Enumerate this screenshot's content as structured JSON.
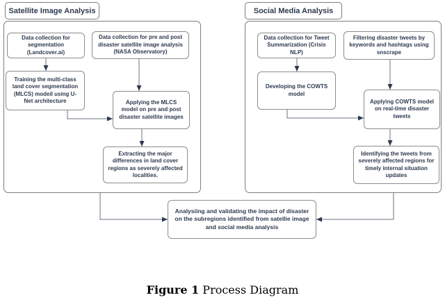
{
  "colors": {
    "background": "#ffffff",
    "container_border": "#7d7d7d",
    "box_border": "#8c8c8c",
    "text": "#2e3a4e",
    "arrow_line": "#6b7280",
    "arrow_head": "#2e3a4e"
  },
  "diagram": {
    "left": {
      "title": "Satellite Image Analysis",
      "nodes": [
        {
          "label": "Data collection for segmentation (Landcover.ai)"
        },
        {
          "label": "Data collection for pre and post disaster satellite image analysis (NASA Observatory)"
        },
        {
          "label": "Training the multi-class land cover segmentation (MLCS) modeil using U-Net architecture"
        },
        {
          "label": "Applying the MLCS model on pre and post disaster satellite images"
        },
        {
          "label": "Extracting the major differences in land cover regions as severely affected localities."
        }
      ]
    },
    "right": {
      "title": "Social Media Analysis",
      "nodes": [
        {
          "label": "Data collection for Tweet Summarization (Crisis NLP)"
        },
        {
          "label": "Filtering disaster tweets by keywords and hashtags using snscrape"
        },
        {
          "label": "Developing the COWTS model"
        },
        {
          "label": "Applying COWTS model on real-time disaster tweets"
        },
        {
          "label": "Identifying the tweets from severely affected regions for timely internal situation updates"
        }
      ]
    },
    "merge": {
      "label": "Analysiing and validating the impact of disaster on the subregions identified from satellie image and social media analysis"
    },
    "caption": {
      "label": "Figure 1",
      "title": "Process Diagram"
    }
  }
}
